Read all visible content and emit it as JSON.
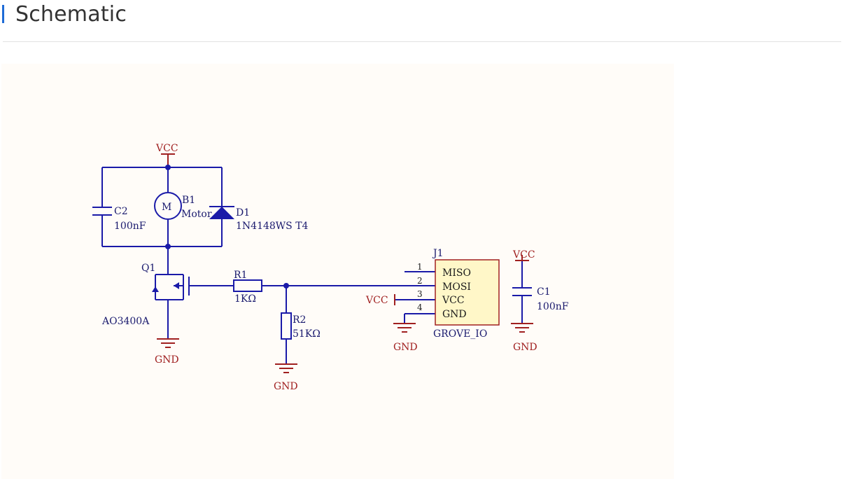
{
  "page": {
    "title": "Schematic"
  },
  "colors": {
    "accent": "#1e6bd6",
    "wire": "#1a1aa8",
    "power": "#a02020",
    "text": "#1a1a6e",
    "connector_fill": "#fff7c8",
    "connector_stroke": "#a02020",
    "panel_bg": "#fffcf8"
  },
  "schematic": {
    "vcc_top": "VCC",
    "c2_ref": "C2",
    "c2_value": "100nF",
    "motor_symbol": "M",
    "b1_ref": "B1",
    "b1_value": "Motor",
    "d1_ref": "D1",
    "d1_value": "1N4148WS T4",
    "q1_ref": "Q1",
    "q1_value": "AO3400A",
    "gnd_q1": "GND",
    "r1_ref": "R1",
    "r1_value": "1KΩ",
    "r2_ref": "R2",
    "r2_value": "51KΩ",
    "gnd_r2": "GND",
    "j1_ref": "J1",
    "j1_value": "GROVE_IO",
    "j1_pins": [
      {
        "num": "1",
        "name": "MISO"
      },
      {
        "num": "2",
        "name": "MOSI"
      },
      {
        "num": "3",
        "name": "VCC"
      },
      {
        "num": "4",
        "name": "GND"
      }
    ],
    "vcc_j1": "VCC",
    "gnd_j1": "GND",
    "vcc_c1": "VCC",
    "c1_ref": "C1",
    "c1_value": "100nF",
    "gnd_c1": "GND"
  }
}
